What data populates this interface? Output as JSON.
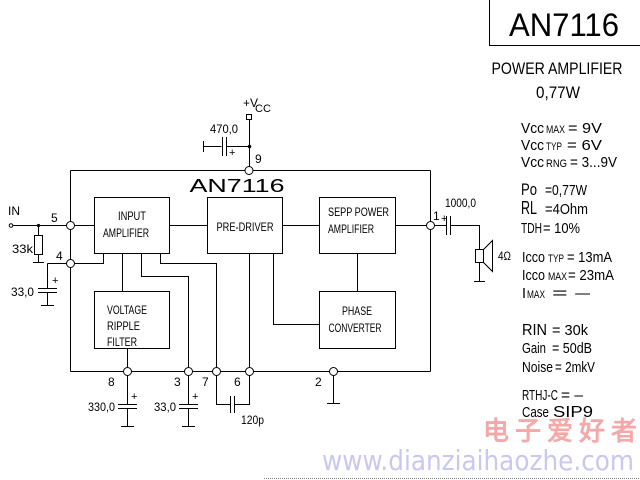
{
  "title_box": {
    "part_number": "AN7116"
  },
  "subtitle": {
    "line1": "POWER AMPLIFIER",
    "line2": "0,77W"
  },
  "specs": {
    "group1": [
      {
        "name": "Vcc",
        "sub": "MAX",
        "value": "=  9V"
      },
      {
        "name": "Vcc",
        "sub": "TYP",
        "value": "=  6V"
      },
      {
        "name": "Vcc",
        "sub": "RNG",
        "value": "=  3...9V"
      }
    ],
    "group2": [
      {
        "name": "Po",
        "sub": "",
        "value": "=0,77W"
      },
      {
        "name": "RL",
        "sub": "",
        "value": "=4Ohm"
      },
      {
        "name": "TDH",
        "sub": "",
        "value": "= 10%"
      }
    ],
    "group3": [
      {
        "name": "Icco",
        "sub": "TYP",
        "value": "= 13mA"
      },
      {
        "name": "Icco",
        "sub": "MAX",
        "value": "= 23mA"
      },
      {
        "name": "I",
        "sub": "MAX",
        "value": "=    –"
      }
    ],
    "group4": [
      {
        "name": "RIN",
        "value": "=  30k"
      },
      {
        "name": "Gain",
        "value": "=  50dB"
      },
      {
        "name": "Noise",
        "value": "= 2mkV"
      }
    ],
    "group5": [
      {
        "name": "RTHJ-C",
        "value": "=  –"
      },
      {
        "name": "Case",
        "value": "SIP9"
      }
    ]
  },
  "schematic": {
    "chip_label": "AN7116",
    "blocks": {
      "input_amp": [
        "INPUT",
        "AMPLIFIER"
      ],
      "pre_driver": [
        "PRE-DRIVER"
      ],
      "sepp_amp": [
        "SEPP POWER",
        "AMPLIFIER"
      ],
      "ripple_filter": [
        "VOLTAGE",
        "RIPPLE",
        "FILTER"
      ],
      "phase_conv": [
        "PHASE",
        "CONVERTER"
      ]
    },
    "pins": {
      "p1": "1",
      "p2": "2",
      "p3": "3",
      "p4": "4",
      "p5": "5",
      "p6": "6",
      "p7": "7",
      "p8": "8",
      "p9": "9"
    },
    "labels": {
      "vcc_plus": "+V",
      "vcc_sub": "CC",
      "in": "IN",
      "plus": "+",
      "r_in": "33k",
      "c_vcc": "470,0",
      "c_pin4": "33,0",
      "c_pin8": "330,0",
      "c_pin3": "33,0",
      "c_pin67": "120p",
      "c_out": "1000,0",
      "speaker": "4Ω"
    }
  },
  "watermark": {
    "chinese": "电子爱好者",
    "url": "www.dianziaihaozhe.com",
    "chinese_color": "#f4a8a8",
    "url_color": "#c8c8f0"
  }
}
